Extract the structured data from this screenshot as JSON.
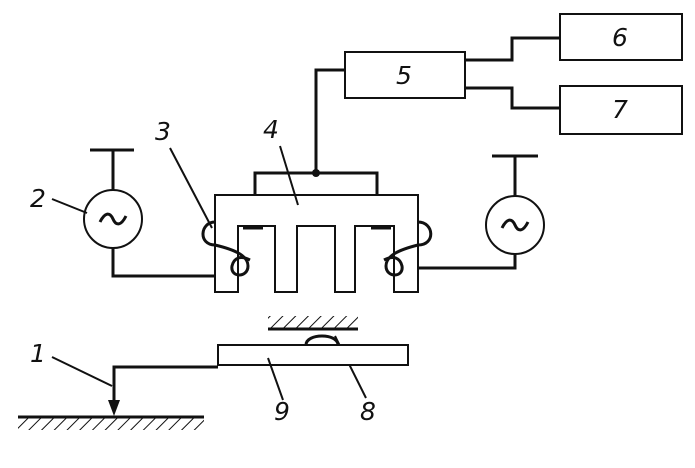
{
  "diagram": {
    "labels": {
      "ground_probe": "1",
      "generator_left": "2",
      "excitation_coil": "3",
      "transducer": "4",
      "unit_5": "5",
      "unit_6": "6",
      "unit_7": "7",
      "fixed_support": "8",
      "test_plate": "9"
    },
    "symbols": {
      "ac_source_glyph": "~"
    },
    "colors": {
      "ink": "#111111",
      "paper": "#ffffff"
    }
  }
}
